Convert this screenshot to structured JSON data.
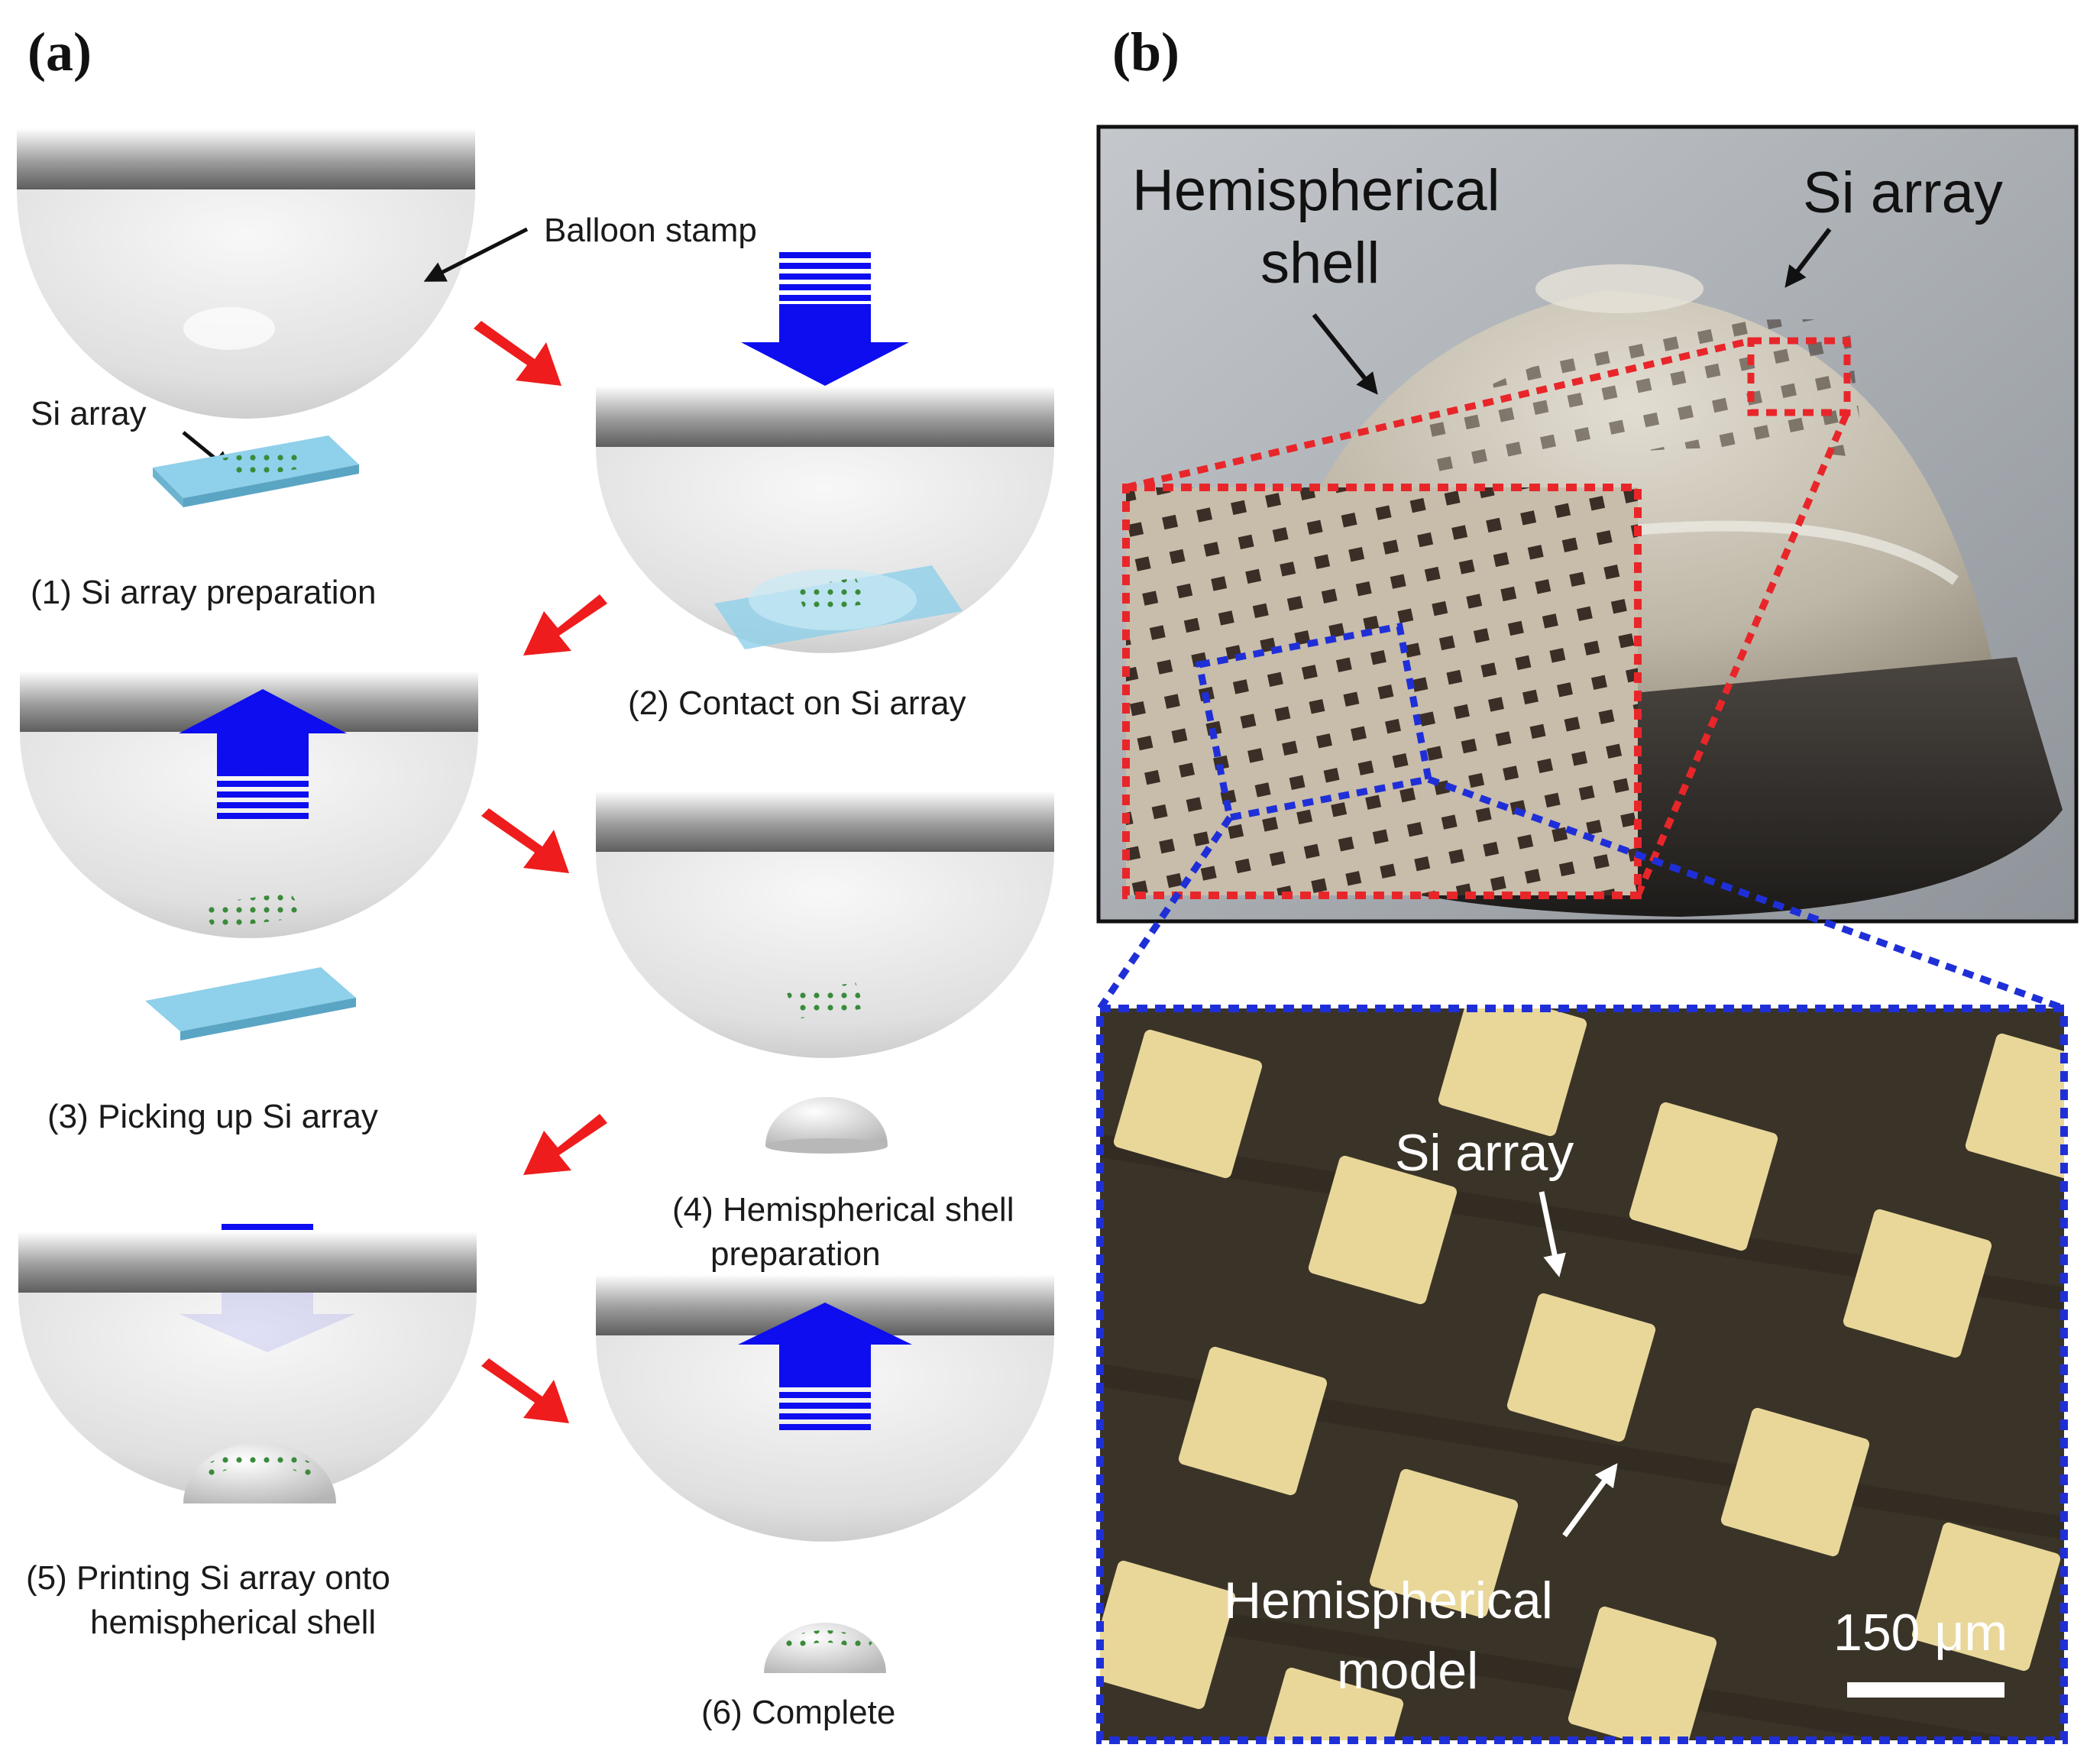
{
  "panel_a": {
    "label": "(a)",
    "balloon_stamp_label": "Balloon stamp",
    "si_array_label": "Si array",
    "steps": [
      "(1) Si array preparation",
      "(2) Contact on Si array",
      "(3) Picking up Si array",
      "(4) Hemispherical shell",
      "preparation",
      "(5) Printing Si array onto",
      "hemispherical shell",
      "(6) Complete"
    ]
  },
  "panel_b": {
    "label": "(b)",
    "photo": {
      "shell_label_line1": "Hemispherical",
      "shell_label_line2": "shell",
      "si_array_label": "Si array"
    },
    "micrograph": {
      "si_array_label": "Si array",
      "model_label_line1": "Hemispherical",
      "model_label_line2": "model",
      "scale_bar_label": "150 μm"
    }
  },
  "colors": {
    "arrow_red": "#ee1c1c",
    "arrow_blue": "#0d0df0",
    "zoom_red": "#e8262a",
    "zoom_blue": "#1f2fd8",
    "si_green": "#3a8a3a",
    "substrate": "#8fd0ea",
    "micrograph_bg": "#3a3428",
    "si_pad": "#e9d79a"
  }
}
